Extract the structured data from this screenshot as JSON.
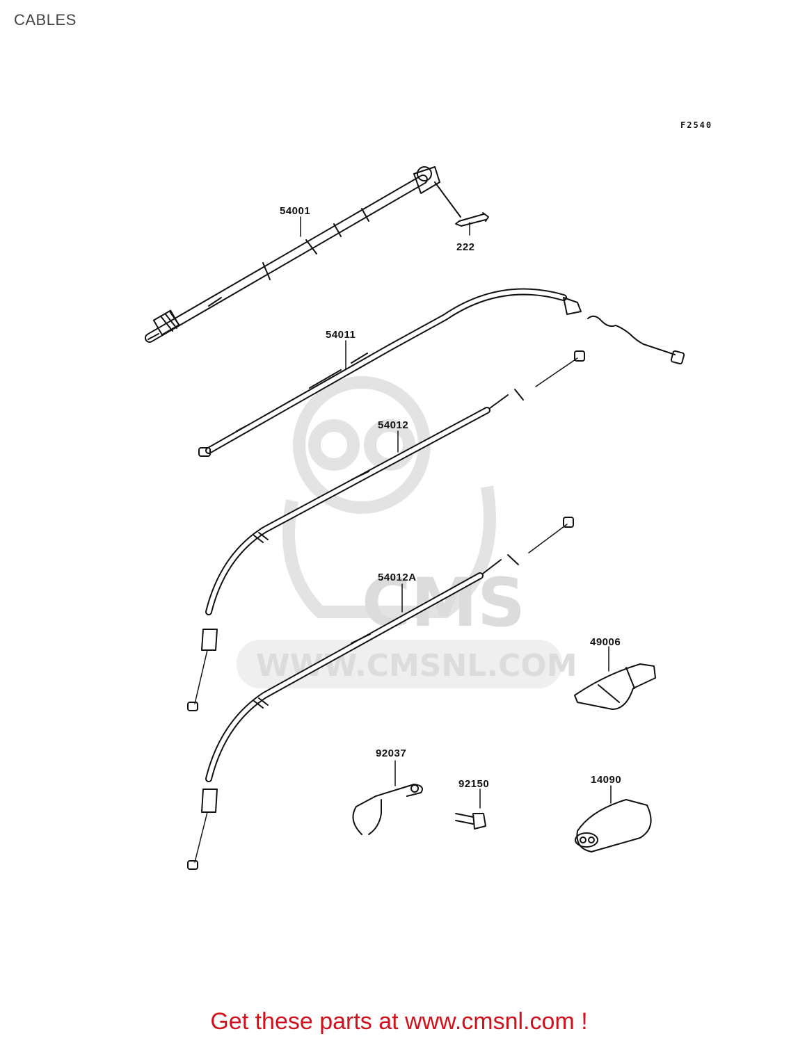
{
  "page": {
    "title": "CABLES",
    "figure_code": "F2540"
  },
  "watermark": {
    "brand": "CMS",
    "url": "WWW.CMSNL.COM"
  },
  "parts": [
    {
      "number": "54001"
    },
    {
      "number": "222"
    },
    {
      "number": "54011"
    },
    {
      "number": "54012"
    },
    {
      "number": "54012A"
    },
    {
      "number": "49006"
    },
    {
      "number": "92037"
    },
    {
      "number": "92150"
    },
    {
      "number": "14090"
    }
  ],
  "footer": {
    "text": "Get these parts at www.cmsnl.com !"
  },
  "colors": {
    "line": "#111111",
    "footer": "#d0101a",
    "watermark": "#dcdcdc"
  }
}
